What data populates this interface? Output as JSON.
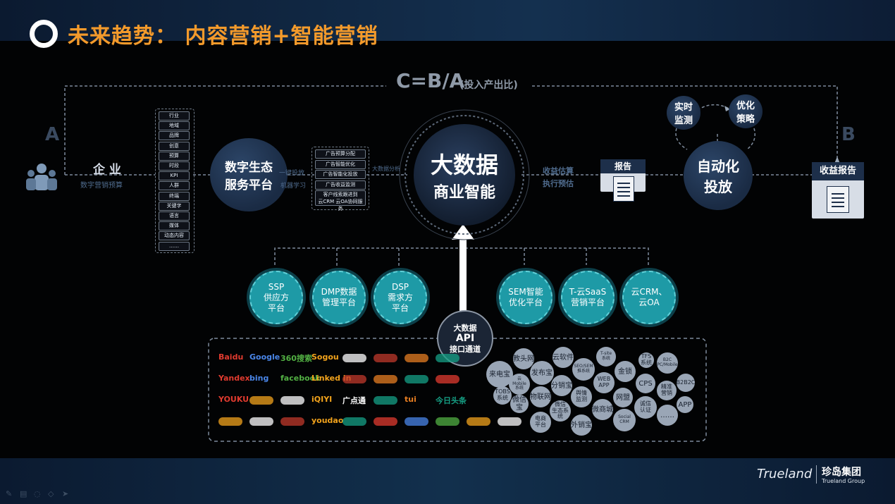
{
  "header": {
    "title": "未来趋势： 内容营销+智能营销"
  },
  "formula": {
    "main": "C=B/A",
    "sub": "(投入产出比)"
  },
  "letters": {
    "a": "A",
    "b": "B"
  },
  "enterprise": {
    "label": "企 业",
    "sub": "数字营销预算"
  },
  "dims": [
    "行业",
    "地域",
    "品牌",
    "创意",
    "预算",
    "时段",
    "KPI",
    "人群",
    "终端",
    "关键字",
    "语言",
    "媒体",
    "动态内容",
    "……"
  ],
  "ecosystem": {
    "l1": "数字生态",
    "l2": "服务平台"
  },
  "mid_left": {
    "l1": "一键投放",
    "l2": "机器学习"
  },
  "services": [
    "广告预算分配",
    "广告智能优化",
    "广告智能化投放",
    "广告收益监测",
    "客户线索跟进到\n云CRM 云OA协同服务"
  ],
  "data_feed": "大数据分析",
  "bigdata": {
    "l1": "大数据",
    "l2": "商业智能"
  },
  "profit": {
    "l1": "收益估算",
    "l2": "执行预估"
  },
  "report": "报告",
  "auto": {
    "l1": "自动化",
    "l2": "投放"
  },
  "realtime": {
    "l1": "实时",
    "l2": "监测"
  },
  "optimize": {
    "l1": "优化",
    "l2": "策略"
  },
  "revenue_report": "收益报告",
  "api": {
    "l1": "大数据",
    "l2": "API",
    "l3": "接口通道"
  },
  "platforms": [
    {
      "l1": "SSP",
      "l2": "供应方",
      "l3": "平台"
    },
    {
      "l1": "DMP数据",
      "l2": "管理平台",
      "l3": ""
    },
    {
      "l1": "DSP",
      "l2": "需求方",
      "l3": "平台"
    },
    {
      "l1": "SEM智能",
      "l2": "优化平台",
      "l3": ""
    },
    {
      "l1": "T-云SaaS",
      "l2": "营销平台",
      "l3": ""
    },
    {
      "l1": "云CRM、",
      "l2": "云OA",
      "l3": ""
    }
  ],
  "media_logos": {
    "row1": [
      "Baidu",
      "Google",
      "360搜索",
      "Sogou",
      "",
      "",
      "",
      ""
    ],
    "row2": [
      "Yandex",
      "bing",
      "facebook",
      "Linked in",
      "",
      "",
      "",
      ""
    ],
    "row3": [
      "YOUKU",
      "",
      "",
      "iQIYI",
      "广点通",
      "",
      "tui",
      "今日头条"
    ],
    "row4": [
      "",
      "",
      "",
      "youdao",
      "",
      "",
      "",
      "",
      "",
      ""
    ]
  },
  "channels": [
    "来电宝",
    "教头网",
    "发布宝",
    "云软件",
    "SEO/SEM\n推系统",
    "T-site\n系统",
    "金锁",
    "TFS\n系统",
    "B2C\nPC/Mobile",
    "TOBS\n系统",
    "云\nMobile\n系统",
    "分销宝",
    "WEB\nAPP",
    "CPS",
    "精准\n营销",
    "B2B2C",
    "微信宝",
    "物联网",
    "舆情\n监测",
    "网盟",
    "诚信\n认证",
    "APP",
    "电商\n平台",
    "微信\n生态系统",
    "外销宝",
    "微商城",
    "Social\nCRM",
    "……"
  ],
  "footer": {
    "brand": "Trueland",
    "cn": "珍岛集团",
    "en": "Trueland Group"
  },
  "colors": {
    "accent": "#f39a2b",
    "teal": "#1e9aa6",
    "navy": "#1d2f4a"
  }
}
